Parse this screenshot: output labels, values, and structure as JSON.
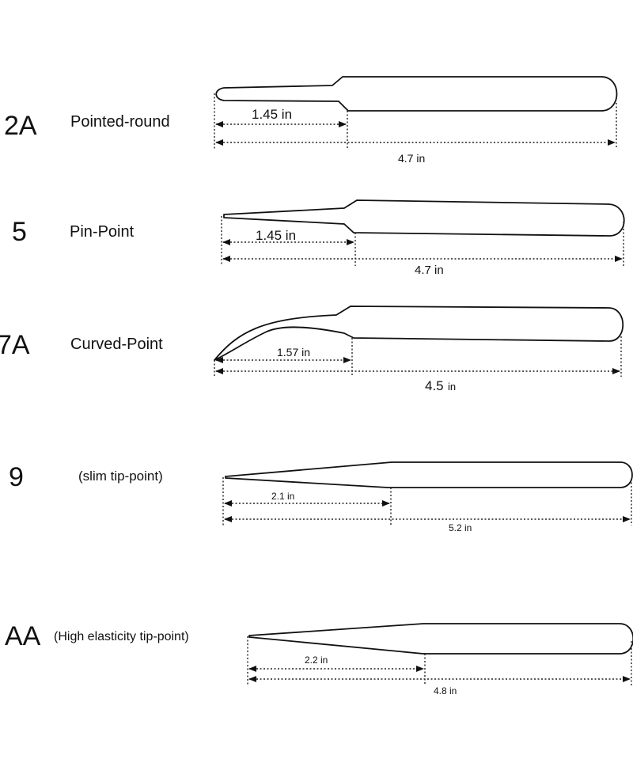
{
  "tweezers": [
    {
      "code": "2A",
      "name": "Pointed-round",
      "tip_length": "1.45 in",
      "total_length": "4.7 in"
    },
    {
      "code": "5",
      "name": "Pin-Point",
      "tip_length": "1.45 in",
      "total_length": "4.7 in"
    },
    {
      "code": "7A",
      "name": "Curved-Point",
      "tip_length": "1.57 in",
      "total_length_value": "4.5",
      "total_length_unit": "in"
    },
    {
      "code": "9",
      "name": "(slim tip-point)",
      "tip_length": "2.1 in",
      "total_length": "5.2 in"
    },
    {
      "code": "AA",
      "name": "(High elasticity tip-point)",
      "tip_length": "2.2 in",
      "total_length": "4.8 in"
    }
  ]
}
